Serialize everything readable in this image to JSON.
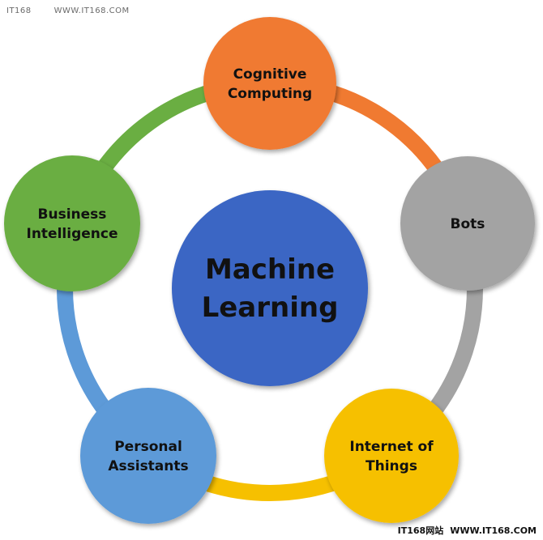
{
  "watermark_top": {
    "left": "IT168",
    "right": "WWW.IT168.COM"
  },
  "watermark_bottom": {
    "left": "IT168网站",
    "right": "WWW.IT168.COM"
  },
  "center": {
    "line1": "Machine",
    "line2": "Learning",
    "color": "#3a66c4"
  },
  "nodes": [
    {
      "id": "cognitive-computing",
      "line1": "Cognitive",
      "line2": "Computing",
      "color": "#f07a31"
    },
    {
      "id": "bots",
      "line1": "Bots",
      "line2": "",
      "color": "#a3a3a3"
    },
    {
      "id": "internet-of-things",
      "line1": "Internet of",
      "line2": "Things",
      "color": "#f6c000"
    },
    {
      "id": "personal-assistants",
      "line1": "Personal",
      "line2": "Assistants",
      "color": "#5d9ad8"
    },
    {
      "id": "business-intelligence",
      "line1": "Business",
      "line2": "Intelligence",
      "color": "#6aae42"
    }
  ]
}
